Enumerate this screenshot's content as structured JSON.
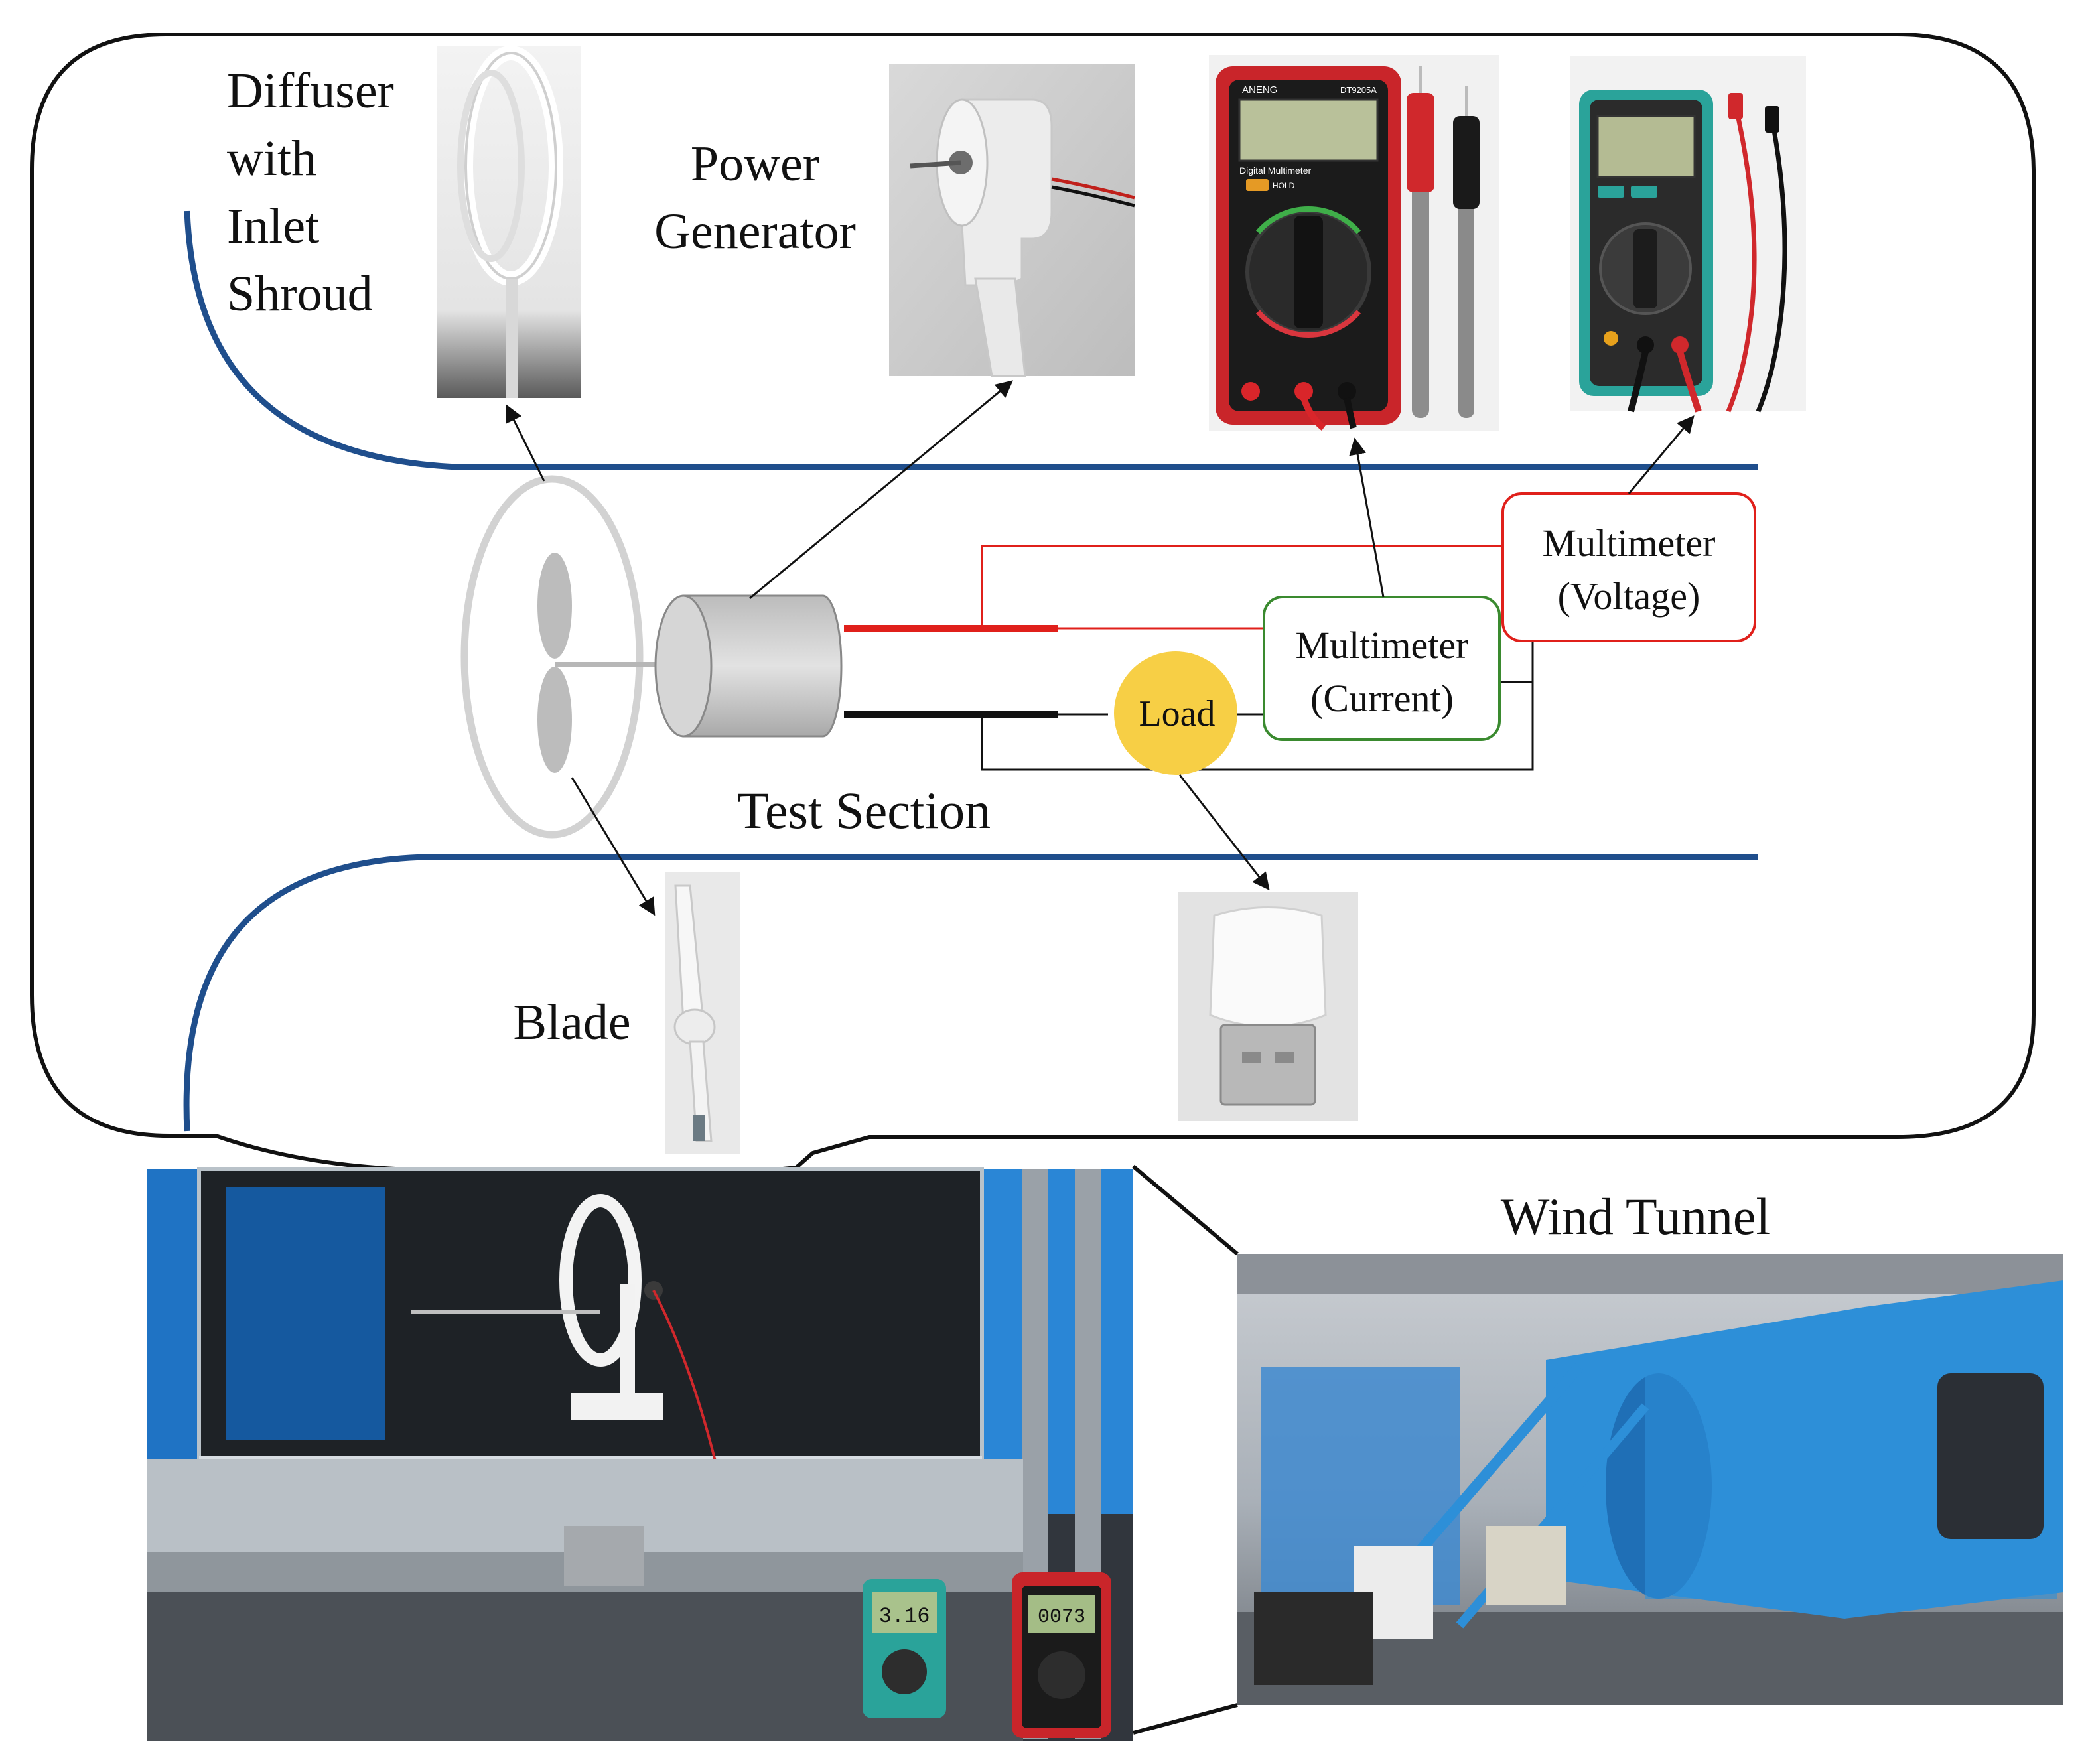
{
  "labels": {
    "diffuser": [
      "Diffuser",
      "with",
      "Inlet",
      "Shroud"
    ],
    "power_generator": [
      "Power",
      "Generator"
    ],
    "multimeter_voltage": [
      "Multimeter",
      "(Voltage)"
    ],
    "multimeter_current": [
      "Multimeter",
      "(Current)"
    ],
    "load": "Load",
    "test_section": "Test Section",
    "blade": "Blade",
    "wind_tunnel": "Wind Tunnel"
  },
  "photo_text": {
    "meter_brand": "ANENG",
    "meter_model": "DT9205A",
    "meter_caption": "Digital Multimeter",
    "hold_button": "HOLD",
    "reading_voltage": "3.16",
    "reading_current": "0073"
  },
  "colors": {
    "tunnel_wall": "#1f4e8c",
    "positive_wire": "#e0201b",
    "negative_wire": "#111111",
    "voltage_box": "#e0201b",
    "current_box": "#3a8a2f",
    "load_fill": "#f7cf45",
    "tunnel_blue": "#2d8fd8"
  },
  "icons": {
    "arrow": "arrow-icon",
    "rotor": "rotor-icon",
    "generator": "generator-icon"
  }
}
